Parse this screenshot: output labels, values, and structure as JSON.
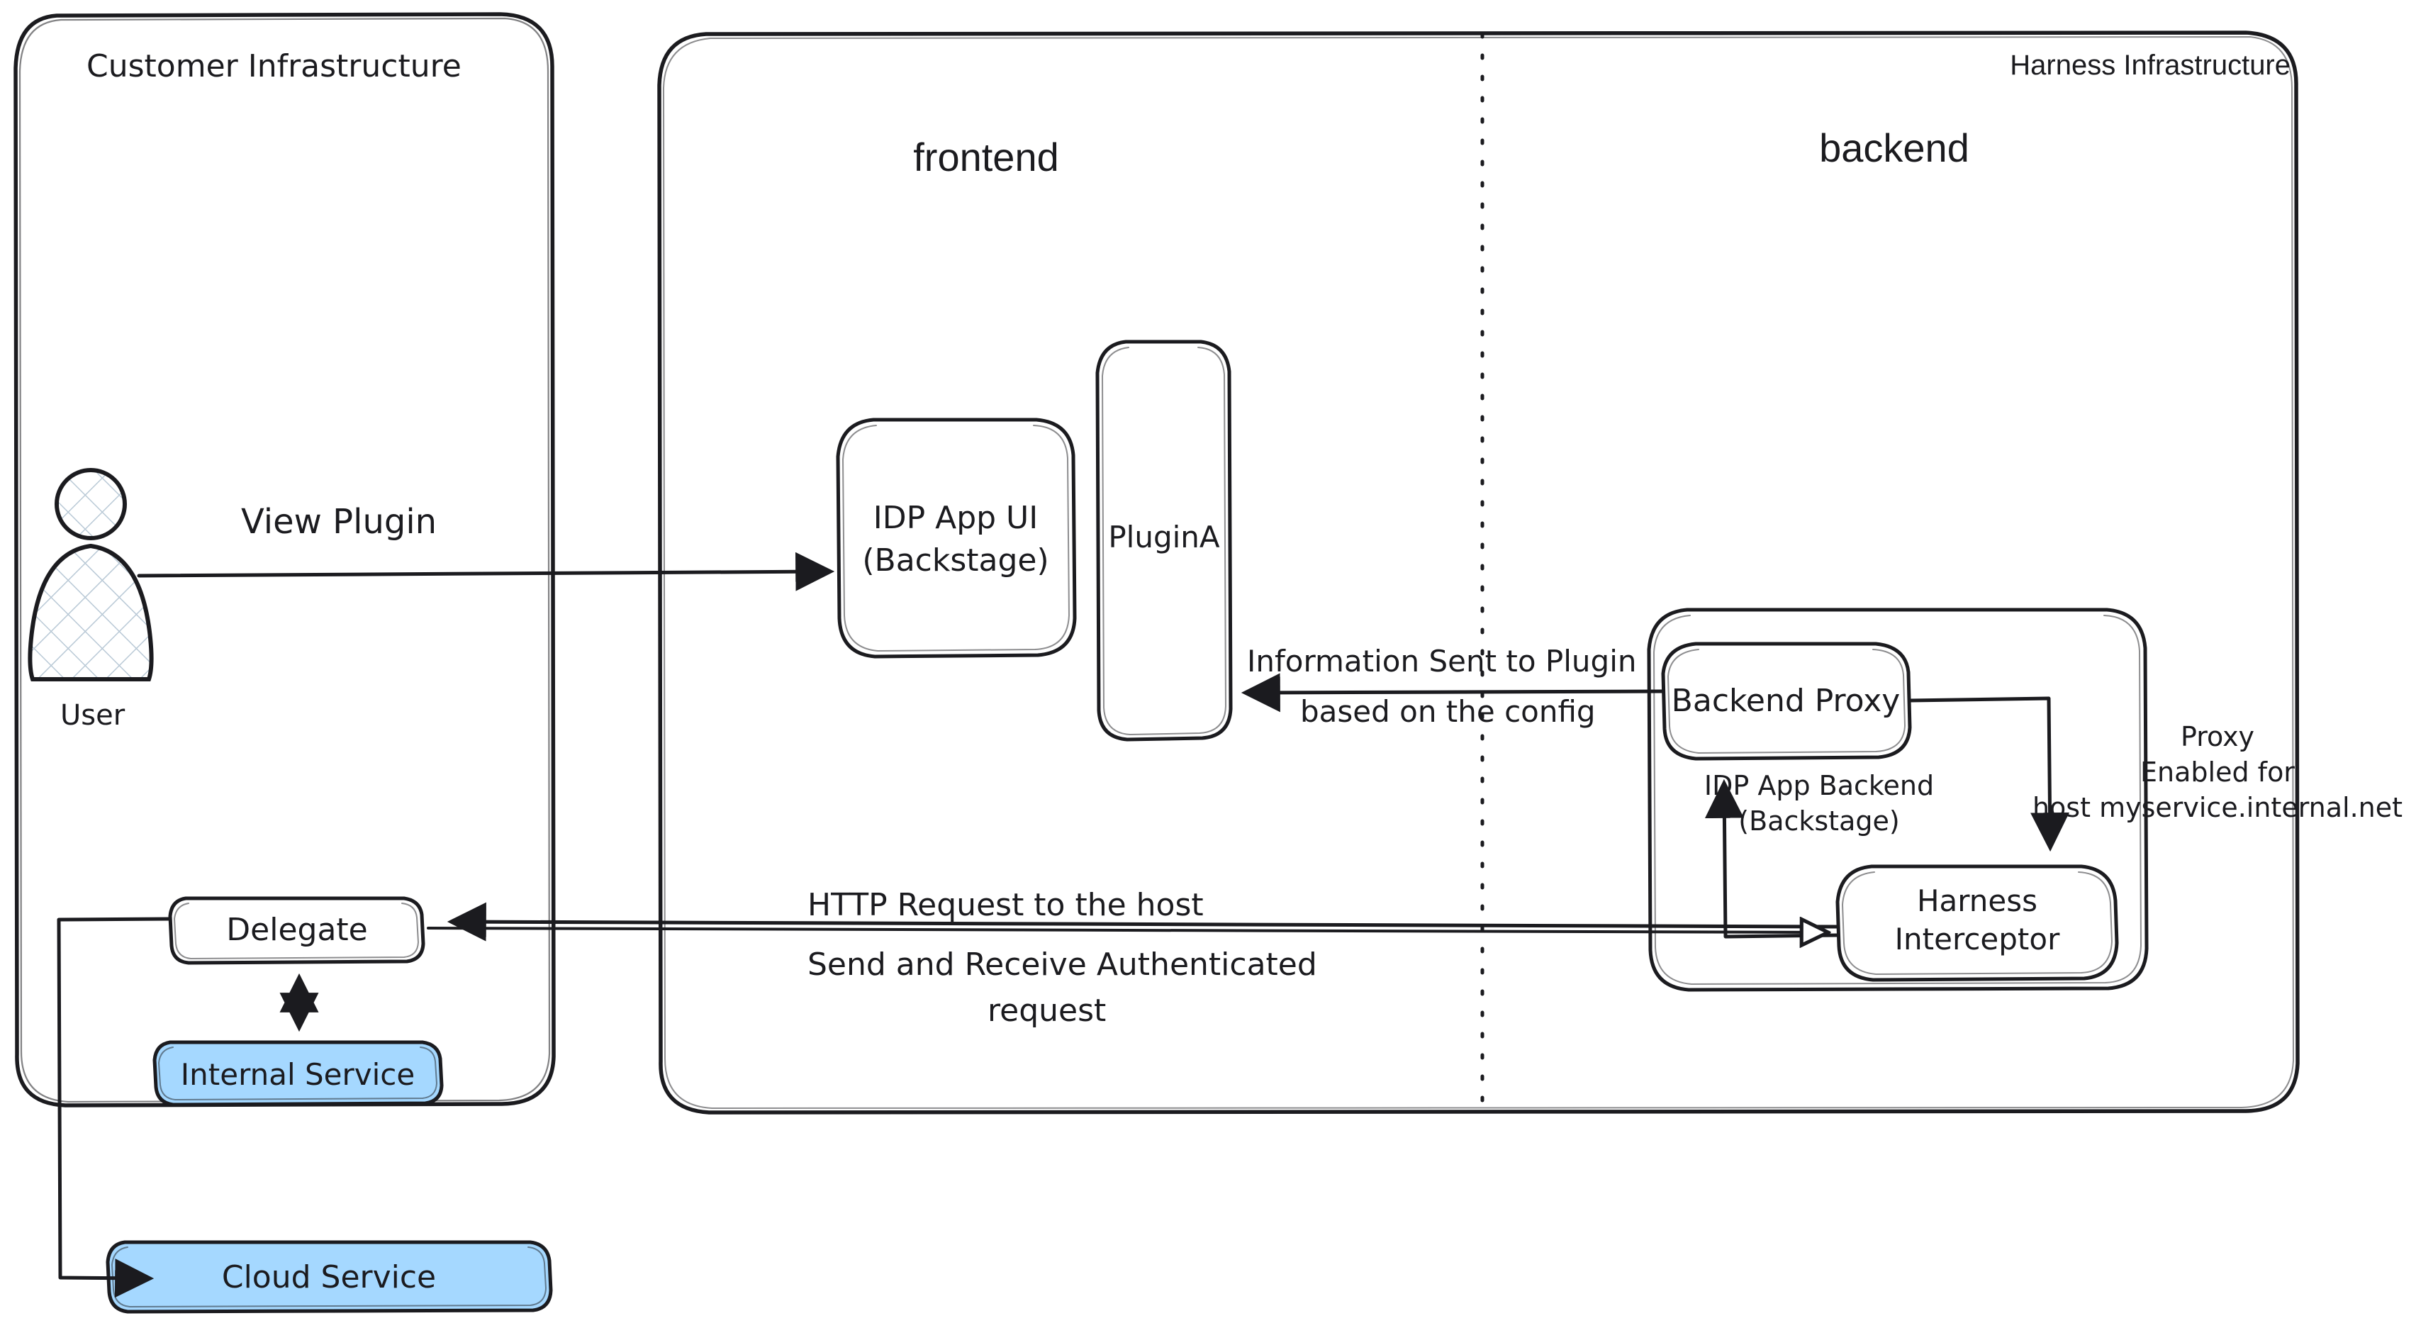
{
  "diagram": {
    "title_hidden": "Harness IDP plugin proxy architecture",
    "containers": [
      {
        "id": "customer",
        "label": "Customer Infrastructure",
        "font": "hand"
      },
      {
        "id": "harness",
        "label": "Harness Infrastructure",
        "font": "plain"
      },
      {
        "id": "idp_backend",
        "label": "IDP App Backend\n(Backstage)",
        "font": "hand"
      }
    ],
    "zones": [
      {
        "id": "frontend",
        "label": "frontend"
      },
      {
        "id": "backend",
        "label": "backend"
      }
    ],
    "actors": [
      {
        "id": "user",
        "label": "User",
        "icon": "person-icon"
      }
    ],
    "nodes": [
      {
        "id": "idp_app_ui",
        "label_line1": "IDP App UI",
        "label_line2": "(Backstage)",
        "fill": "white"
      },
      {
        "id": "plugin_a",
        "label": "PluginA",
        "fill": "white"
      },
      {
        "id": "backend_proxy",
        "label": "Backend Proxy",
        "fill": "white"
      },
      {
        "id": "harness_interceptor",
        "label_line1": "Harness",
        "label_line2": "Interceptor",
        "fill": "white"
      },
      {
        "id": "delegate",
        "label": "Delegate",
        "fill": "white"
      },
      {
        "id": "internal_service",
        "label": "Internal Service",
        "fill": "blue"
      },
      {
        "id": "cloud_service",
        "label": "Cloud Service",
        "fill": "blue"
      }
    ],
    "edge_labels": [
      {
        "id": "view_plugin",
        "text": "View Plugin"
      },
      {
        "id": "info_sent_1",
        "text": "Information Sent to Plugin"
      },
      {
        "id": "info_sent_2",
        "text": "based on the config"
      },
      {
        "id": "http_request",
        "text": "HTTP Request to the host"
      },
      {
        "id": "send_receive_1",
        "text": "Send and Receive Authenticated"
      },
      {
        "id": "send_receive_2",
        "text": "request"
      },
      {
        "id": "proxy_note_1",
        "text": "Proxy"
      },
      {
        "id": "proxy_note_2",
        "text": "Enabled for"
      },
      {
        "id": "proxy_note_3",
        "text": "host myservice.internal.net"
      },
      {
        "id": "idp_backend_1",
        "text": "IDP App Backend"
      },
      {
        "id": "idp_backend_2",
        "text": "(Backstage)"
      }
    ],
    "colors": {
      "stroke": "#1b1b1f",
      "blue_fill": "#a5d8ff",
      "white_fill": "#ffffff",
      "background": "#ffffff"
    }
  }
}
